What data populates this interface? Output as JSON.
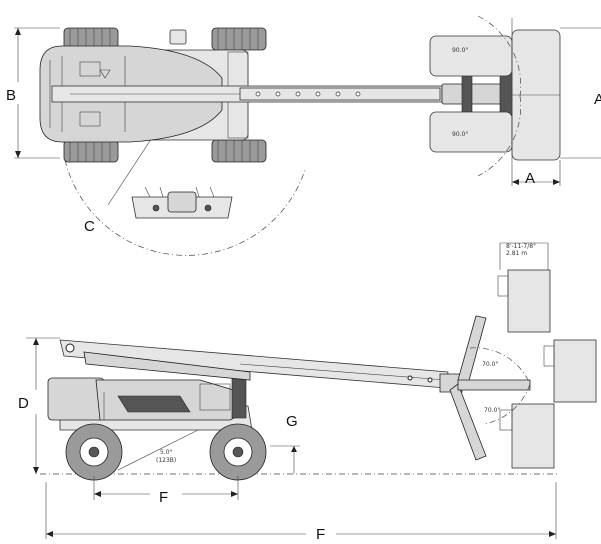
{
  "labels": {
    "a_top": "A",
    "a_right": "A",
    "b": "B",
    "c": "C",
    "d": "D",
    "g": "G",
    "f_wheelbase": "F",
    "f_overall": "F"
  },
  "annotations": {
    "top_angle_1": "90.0°",
    "top_angle_2": "90.0°",
    "side_angle_1": "70.0°",
    "side_angle_2": "70.0°",
    "platform_dim_1": "8'-11-7/8\"",
    "platform_dim_2": "2.81 m",
    "approach_1": "5.0°",
    "approach_2": "(123B)"
  }
}
